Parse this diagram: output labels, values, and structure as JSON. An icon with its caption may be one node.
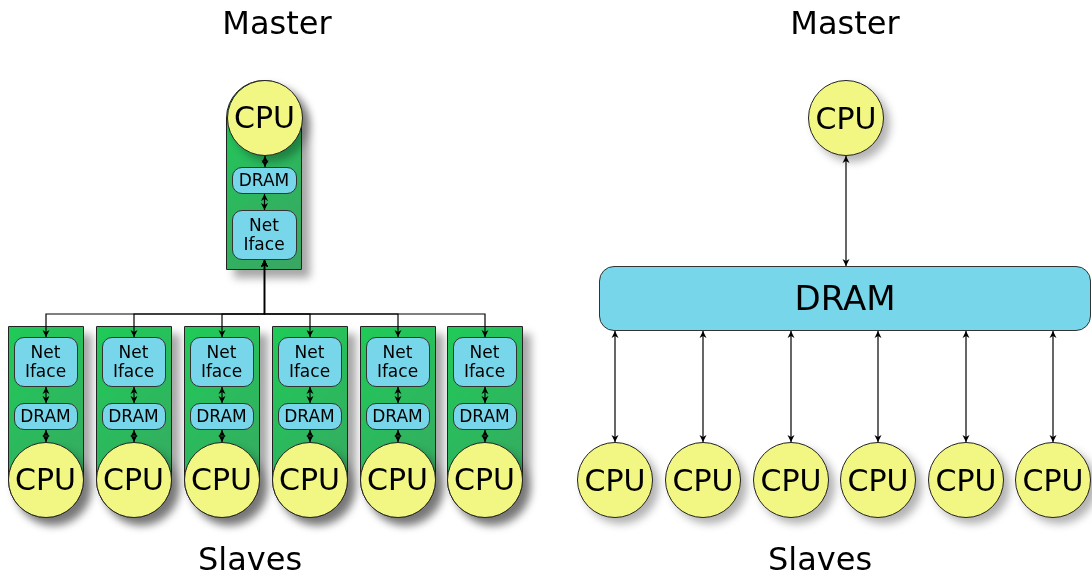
{
  "diagram": {
    "nodes": [
      {
        "text": [],
        "shape": "box"
      },
      {
        "text": [
          "CPU"
        ],
        "in": 0
      },
      {
        "text": [
          "DRAM"
        ],
        "in": 0
      },
      {
        "text": [
          "Net Iface"
        ],
        "in": 0
      },
      {
        "text": [],
        "shape": "box"
      },
      {
        "text": [
          "Net Iface"
        ],
        "in": 4
      },
      {
        "text": [
          "DRAM"
        ],
        "in": 4
      },
      {
        "text": [
          "CPU"
        ],
        "in": 4
      },
      {
        "text": [],
        "shape": "box"
      },
      {
        "text": [
          "Net Iface"
        ],
        "in": 8
      },
      {
        "text": [
          "DRAM"
        ],
        "in": 8
      },
      {
        "text": [
          "CPU"
        ],
        "in": 8
      },
      {
        "text": [],
        "shape": "box"
      },
      {
        "text": [
          "Net Iface"
        ],
        "in": 12
      },
      {
        "text": [
          "DRAM"
        ],
        "in": 12
      },
      {
        "text": [
          "CPU"
        ],
        "in": 12
      },
      {
        "text": [],
        "shape": "box"
      },
      {
        "text": [
          "Net Iface"
        ],
        "in": 16
      },
      {
        "text": [
          "DRAM"
        ],
        "in": 16
      },
      {
        "text": [
          "CPU"
        ],
        "in": 16
      },
      {
        "text": [],
        "shape": "box"
      },
      {
        "text": [
          "Net Iface"
        ],
        "in": 20
      },
      {
        "text": [
          "DRAM"
        ],
        "in": 20
      },
      {
        "text": [
          "CPU"
        ],
        "in": 20
      },
      {
        "text": [],
        "shape": "box"
      },
      {
        "text": [
          "Net Iface"
        ],
        "in": 24
      },
      {
        "text": [
          "DRAM"
        ],
        "in": 24
      },
      {
        "text": [
          "CPU"
        ],
        "in": 24
      },
      {
        "text": [
          "CPU"
        ]
      },
      {
        "text": [
          "DRAM"
        ]
      },
      {
        "text": [
          "CPU"
        ]
      },
      {
        "text": [
          "CPU"
        ]
      },
      {
        "text": [
          "CPU"
        ]
      },
      {
        "text": [
          "CPU"
        ]
      },
      {
        "text": [
          "CPU"
        ]
      },
      {
        "text": [
          "CPU"
        ]
      }
    ],
    "edges": [
      {
        "from": 1,
        "to": 2,
        "arrow": "both"
      },
      {
        "from": 2,
        "to": 3,
        "arrow": "both"
      },
      {
        "from": 3,
        "to": 5,
        "arrow": "both"
      },
      {
        "from": 3,
        "to": 9,
        "arrow": "both"
      },
      {
        "from": 3,
        "to": 13,
        "arrow": "both"
      },
      {
        "from": 3,
        "to": 17,
        "arrow": "both"
      },
      {
        "from": 3,
        "to": 21,
        "arrow": "both"
      },
      {
        "from": 3,
        "to": 25,
        "arrow": "both"
      },
      {
        "from": 5,
        "to": 6,
        "arrow": "both"
      },
      {
        "from": 6,
        "to": 7,
        "arrow": "both"
      },
      {
        "from": 9,
        "to": 10,
        "arrow": "both"
      },
      {
        "from": 10,
        "to": 11,
        "arrow": "both"
      },
      {
        "from": 13,
        "to": 14,
        "arrow": "both"
      },
      {
        "from": 14,
        "to": 15,
        "arrow": "both"
      },
      {
        "from": 17,
        "to": 18,
        "arrow": "both"
      },
      {
        "from": 18,
        "to": 19,
        "arrow": "both"
      },
      {
        "from": 21,
        "to": 22,
        "arrow": "both"
      },
      {
        "from": 22,
        "to": 23,
        "arrow": "both"
      },
      {
        "from": 25,
        "to": 26,
        "arrow": "both"
      },
      {
        "from": 26,
        "to": 27,
        "arrow": "both"
      },
      {
        "from": 28,
        "to": 29,
        "arrow": "both"
      },
      {
        "from": 29,
        "to": 30,
        "arrow": "both"
      },
      {
        "from": 29,
        "to": 31,
        "arrow": "both"
      },
      {
        "from": 29,
        "to": 32,
        "arrow": "both"
      },
      {
        "from": 29,
        "to": 33,
        "arrow": "both"
      },
      {
        "from": 29,
        "to": 34,
        "arrow": "both"
      },
      {
        "from": 29,
        "to": 35,
        "arrow": "both"
      }
    ],
    "labels": [
      "Master",
      "Master",
      "Slaves",
      "Slaves"
    ]
  }
}
